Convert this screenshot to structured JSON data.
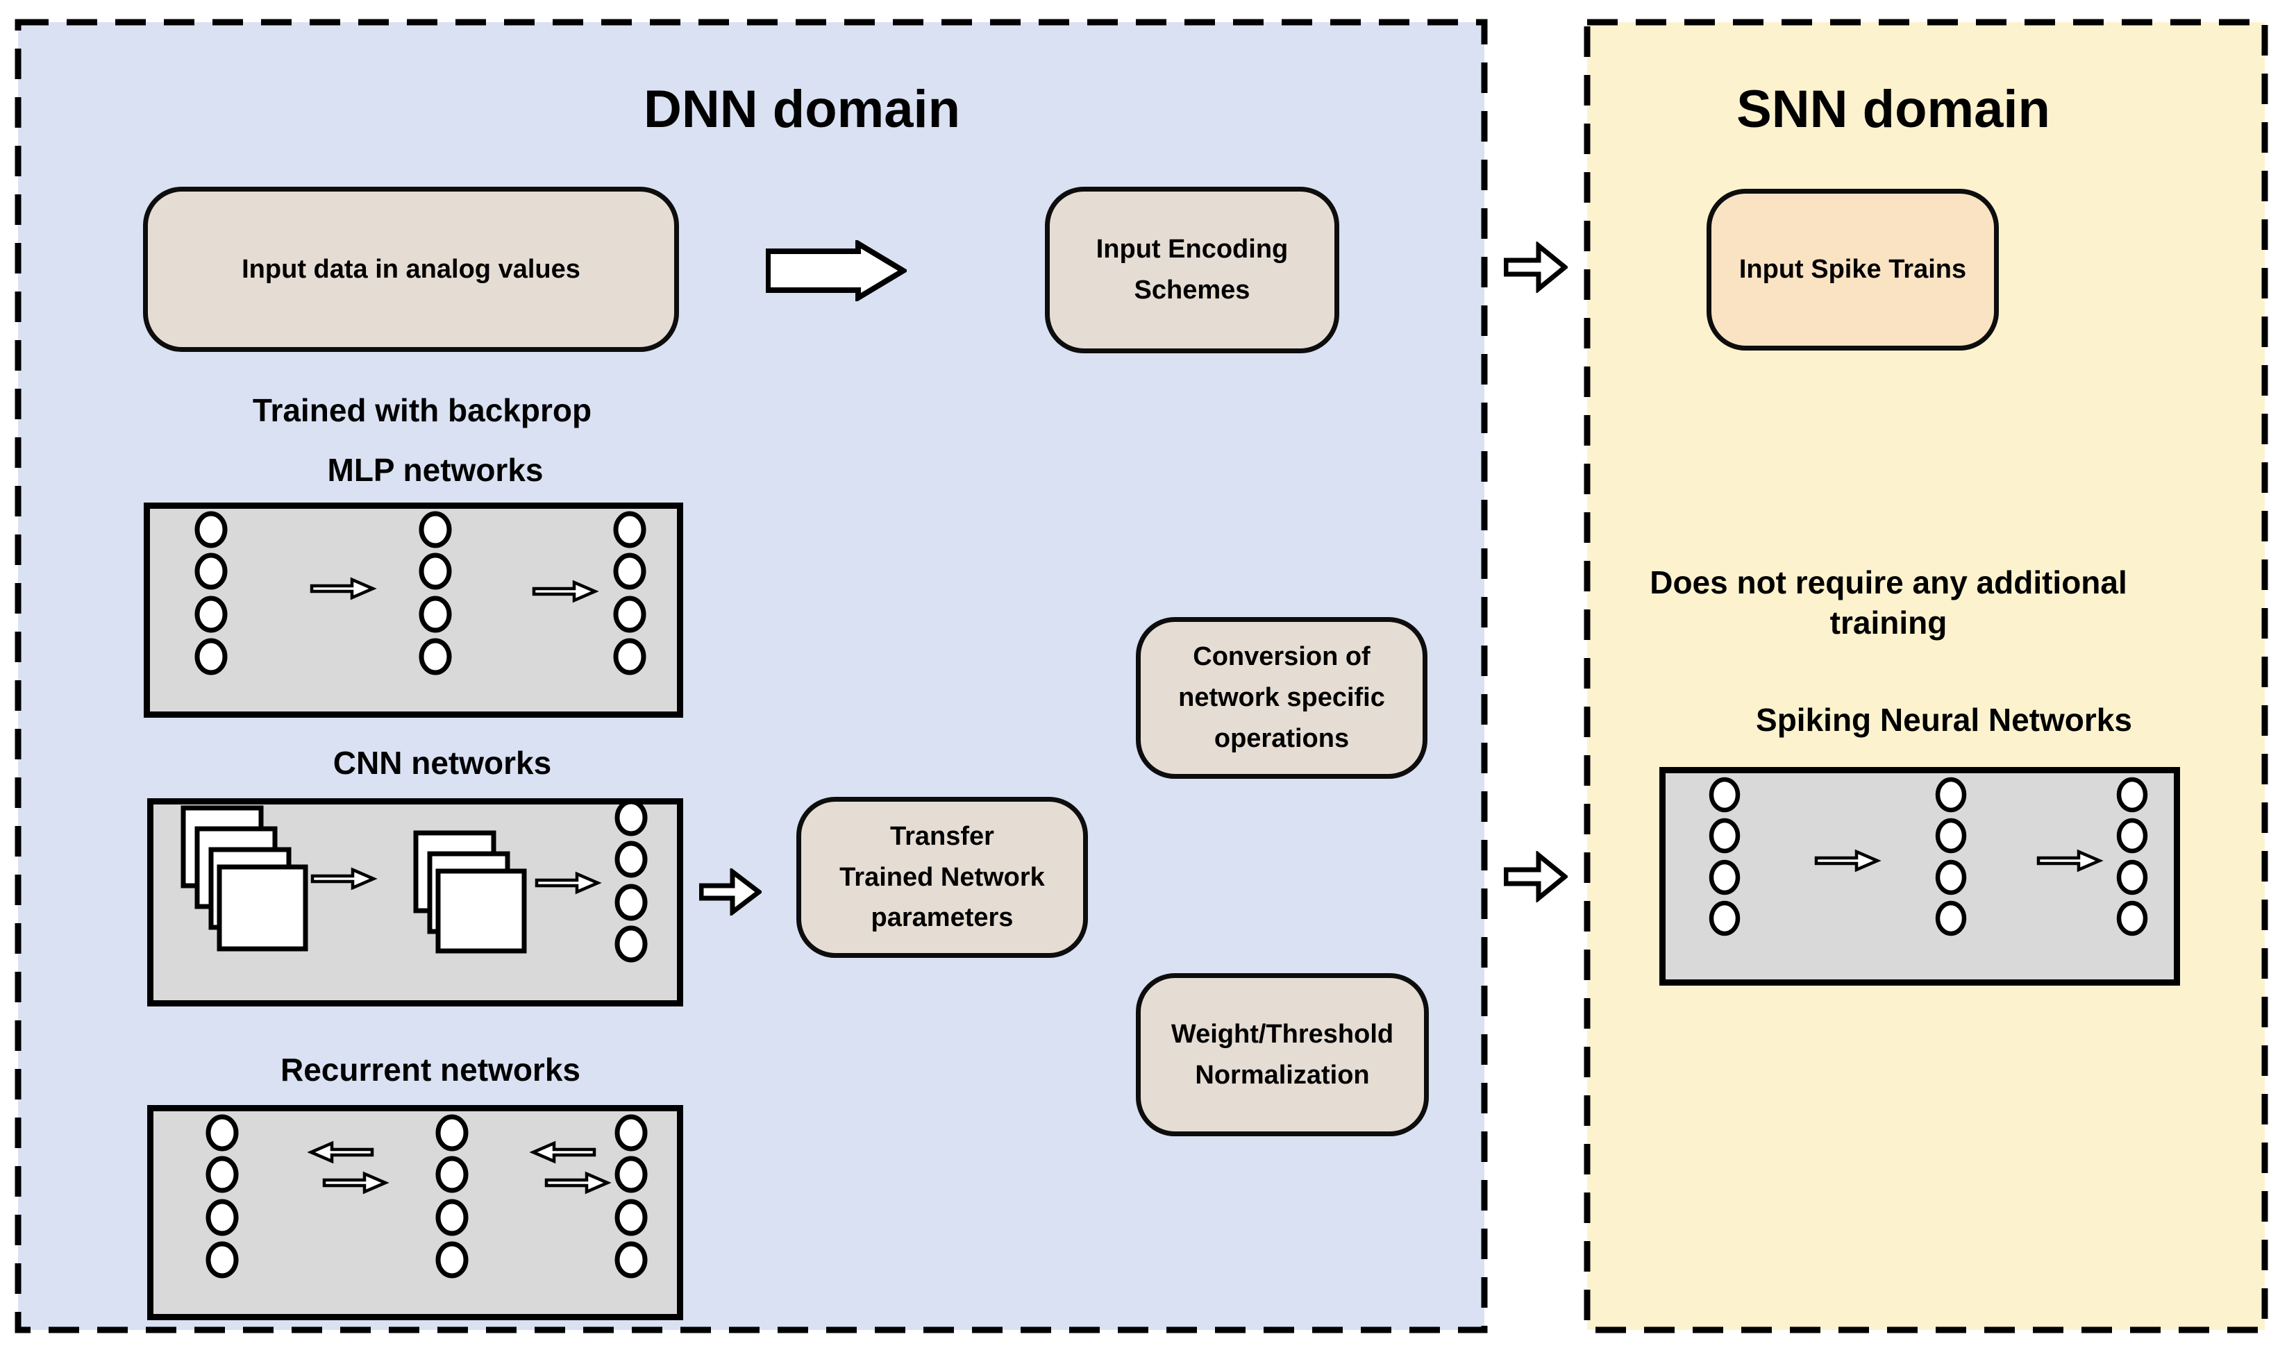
{
  "figure": {
    "dnn_panel": {
      "title": "DNN domain",
      "bg_color": "#D9E1F2"
    },
    "snn_panel": {
      "title": "SNN domain",
      "bg_color": "#FCF2CE"
    },
    "boxes": {
      "input_data": {
        "label": "Input data in analog values",
        "fill": "#E5DCD3"
      },
      "input_encoding": {
        "label": "Input Encoding\nSchemes",
        "fill": "#E5DCD3"
      },
      "input_spike": {
        "label": "Input Spike Trains",
        "fill": "#FAE3C3"
      },
      "transfer": {
        "label": "Transfer\nTrained Network\nparameters",
        "fill": "#E5DCD3"
      },
      "conversion": {
        "label": "Conversion of\nnetwork specific\noperations",
        "fill": "#E5DCD3"
      },
      "weight_norm": {
        "label": "Weight/Threshold\nNormalization",
        "fill": "#E5DCD3"
      }
    },
    "labels": {
      "trained_backprop": "Trained with backprop",
      "mlp": "MLP networks",
      "cnn": "CNN networks",
      "recurrent": "Recurrent networks",
      "no_training": "Does not require any additional\ntraining",
      "snn_networks": "Spiking Neural Networks"
    },
    "icons": {
      "flow_arrow": "right-block-arrow",
      "domain_transfer_arrow": "right-block-arrow",
      "recurrent_flow": "left-and-right-block-arrows",
      "neuron": "white-circle-node",
      "feature_maps": "stacked-white-squares"
    },
    "colors": {
      "network_box_fill": "#D9D9D9",
      "outline": "#000000",
      "arrow_fill": "#FFFFFF"
    }
  }
}
